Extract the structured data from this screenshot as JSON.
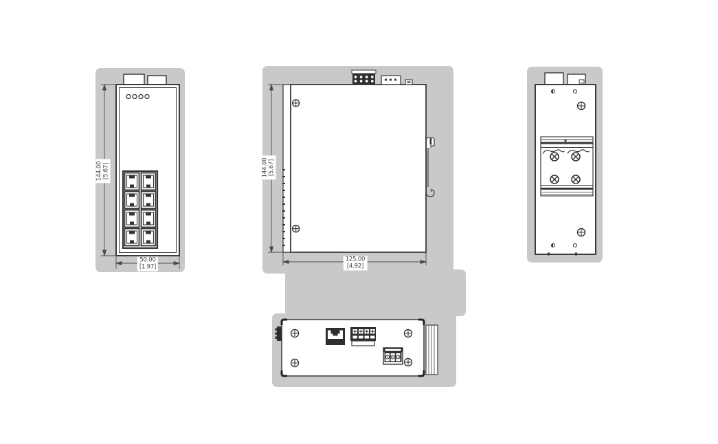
{
  "drawing": {
    "background_color": "#ffffff",
    "backdrop_color": "#c9c9c9",
    "line_color": "#3b3b3b",
    "views": {
      "front": {
        "height_dim": {
          "mm": "144.00",
          "inch": "[5.67]"
        },
        "width_dim": {
          "mm": "50.00",
          "inch": "[1.97]"
        }
      },
      "side": {
        "height_dim": {
          "mm": "144.00",
          "inch": "[5.67]"
        },
        "depth_dim": {
          "mm": "125.00",
          "inch": "[4.92]"
        }
      }
    }
  }
}
